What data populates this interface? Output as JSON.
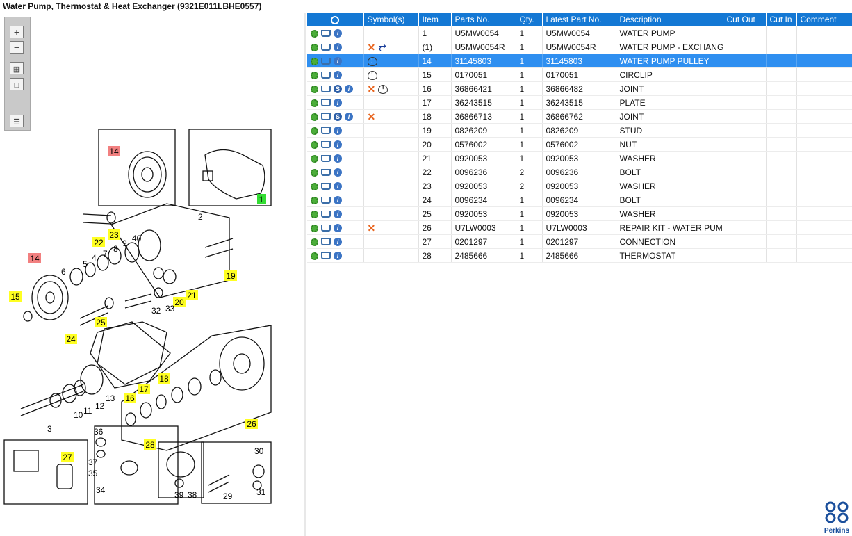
{
  "window": {
    "title": "Water Pump, Thermostat & Heat Exchanger (9321E011LBHE0557)"
  },
  "toolbar": [
    "zoom-in",
    "zoom-out",
    "fit-page",
    "actual-size",
    "list-toggle"
  ],
  "grid": {
    "columns": [
      "",
      "Symbol(s)",
      "Item",
      "Parts No.",
      "Qty.",
      "Latest Part No.",
      "Description",
      "Cut Out",
      "Cut In",
      "Comment"
    ],
    "rows": [
      {
        "actions": [
          "gears",
          "cart",
          "info"
        ],
        "symbols": [],
        "item": "1",
        "part": "U5MW0054",
        "qty": "1",
        "latest": "U5MW0054",
        "desc": "WATER PUMP"
      },
      {
        "actions": [
          "gear",
          "cart",
          "info"
        ],
        "symbols": [
          "x",
          "exchange"
        ],
        "item": "(1)",
        "part": "U5MW0054R",
        "qty": "1",
        "latest": "U5MW0054R",
        "desc": "WATER PUMP - EXCHANGE"
      },
      {
        "actions": [
          "gear",
          "cart",
          "info"
        ],
        "symbols": [
          "note"
        ],
        "item": "14",
        "part": "31145803",
        "qty": "1",
        "latest": "31145803",
        "desc": "WATER PUMP PULLEY",
        "selected": true
      },
      {
        "actions": [
          "gear",
          "cart",
          "info"
        ],
        "symbols": [
          "note"
        ],
        "item": "15",
        "part": "0170051",
        "qty": "1",
        "latest": "0170051",
        "desc": "CIRCLIP"
      },
      {
        "actions": [
          "gear",
          "cart",
          "s",
          "info"
        ],
        "symbols": [
          "x",
          "note"
        ],
        "item": "16",
        "part": "36866421",
        "qty": "1",
        "latest": "36866482",
        "desc": "JOINT"
      },
      {
        "actions": [
          "gear",
          "cart",
          "info"
        ],
        "symbols": [],
        "item": "17",
        "part": "36243515",
        "qty": "1",
        "latest": "36243515",
        "desc": "PLATE"
      },
      {
        "actions": [
          "gear",
          "cart",
          "s",
          "info"
        ],
        "symbols": [
          "x"
        ],
        "item": "18",
        "part": "36866713",
        "qty": "1",
        "latest": "36866762",
        "desc": "JOINT"
      },
      {
        "actions": [
          "gear",
          "cart",
          "info"
        ],
        "symbols": [],
        "item": "19",
        "part": "0826209",
        "qty": "1",
        "latest": "0826209",
        "desc": "STUD"
      },
      {
        "actions": [
          "gear",
          "cart",
          "info"
        ],
        "symbols": [],
        "item": "20",
        "part": "0576002",
        "qty": "1",
        "latest": "0576002",
        "desc": "NUT"
      },
      {
        "actions": [
          "gear",
          "cart",
          "info"
        ],
        "symbols": [],
        "item": "21",
        "part": "0920053",
        "qty": "1",
        "latest": "0920053",
        "desc": "WASHER"
      },
      {
        "actions": [
          "gear",
          "cart",
          "info"
        ],
        "symbols": [],
        "item": "22",
        "part": "0096236",
        "qty": "2",
        "latest": "0096236",
        "desc": "BOLT"
      },
      {
        "actions": [
          "gear",
          "cart",
          "info"
        ],
        "symbols": [],
        "item": "23",
        "part": "0920053",
        "qty": "2",
        "latest": "0920053",
        "desc": "WASHER"
      },
      {
        "actions": [
          "gear",
          "cart",
          "info"
        ],
        "symbols": [],
        "item": "24",
        "part": "0096234",
        "qty": "1",
        "latest": "0096234",
        "desc": "BOLT"
      },
      {
        "actions": [
          "gear",
          "cart",
          "info"
        ],
        "symbols": [],
        "item": "25",
        "part": "0920053",
        "qty": "1",
        "latest": "0920053",
        "desc": "WASHER"
      },
      {
        "actions": [
          "gear",
          "cart",
          "info"
        ],
        "symbols": [
          "x"
        ],
        "item": "26",
        "part": "U7LW0003",
        "qty": "1",
        "latest": "U7LW0003",
        "desc": "REPAIR KIT - WATER PUMP"
      },
      {
        "actions": [
          "gear",
          "cart",
          "info"
        ],
        "symbols": [],
        "item": "27",
        "part": "0201297",
        "qty": "1",
        "latest": "0201297",
        "desc": "CONNECTION"
      },
      {
        "actions": [
          "gear",
          "cart",
          "info"
        ],
        "symbols": [],
        "item": "28",
        "part": "2485666",
        "qty": "1",
        "latest": "2485666",
        "desc": "THERMOSTAT"
      }
    ]
  },
  "callouts": [
    {
      "label": "14",
      "style": "red"
    },
    {
      "label": "1",
      "style": "green"
    },
    {
      "label": "23",
      "style": "yellow"
    },
    {
      "label": "22",
      "style": "yellow"
    },
    {
      "label": "19",
      "style": "yellow"
    },
    {
      "label": "14",
      "style": "red"
    },
    {
      "label": "15",
      "style": "yellow"
    },
    {
      "label": "20",
      "style": "yellow"
    },
    {
      "label": "21",
      "style": "yellow"
    },
    {
      "label": "25",
      "style": "yellow"
    },
    {
      "label": "24",
      "style": "yellow"
    },
    {
      "label": "18",
      "style": "yellow"
    },
    {
      "label": "17",
      "style": "yellow"
    },
    {
      "label": "16",
      "style": "yellow"
    },
    {
      "label": "26",
      "style": "yellow"
    },
    {
      "label": "27",
      "style": "yellow"
    },
    {
      "label": "28",
      "style": "yellow"
    }
  ],
  "plain_labels": [
    "2",
    "40",
    "9",
    "8",
    "7",
    "6",
    "5",
    "4",
    "33",
    "32",
    "13",
    "12",
    "11",
    "10",
    "3",
    "36",
    "37",
    "35",
    "34",
    "39",
    "38",
    "29",
    "30",
    "31"
  ],
  "brand": {
    "name": "Perkins"
  }
}
